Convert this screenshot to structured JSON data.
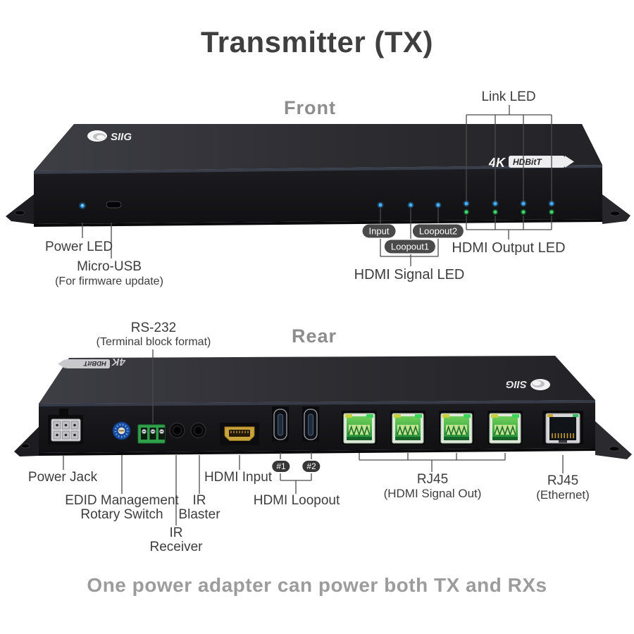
{
  "title": "Transmitter (TX)",
  "front": {
    "heading": "Front",
    "link_led": "Link LED",
    "power_led": "Power LED",
    "micro_usb": "Micro-USB",
    "micro_usb_note": "(For firmware update)",
    "hdmi_signal_led": "HDMI Signal LED",
    "hdmi_output_led": "HDMI Output LED",
    "badge_input": "Input",
    "badge_loopout1": "Loopout1",
    "badge_loopout2": "Loopout2",
    "led_counts": {
      "signal_leds": 3,
      "output_led_pairs": 4
    }
  },
  "rear": {
    "heading": "Rear",
    "rs232": "RS-232",
    "rs232_note": "(Terminal block format)",
    "power_jack": "Power Jack",
    "edid_line1": "EDID Management",
    "edid_line2": "Rotary Switch",
    "ir_receiver_line1": "IR",
    "ir_receiver_line2": "Receiver",
    "ir_blaster_line1": "IR",
    "ir_blaster_line2": "Blaster",
    "hdmi_input": "HDMI Input",
    "hdmi_loopout": "HDMI Loopout",
    "badge_1": "#1",
    "badge_2": "#2",
    "rj45_out": "RJ45",
    "rj45_out_note": "(HDMI Signal Out)",
    "rj45_eth": "RJ45",
    "rj45_eth_note": "(Ethernet)",
    "port_counts": {
      "rj45_signal_out": 4,
      "rj45_ethernet": 1,
      "hdmi_loopout": 2
    }
  },
  "branding": {
    "logo": "SIIG",
    "logo_4k": "4K",
    "logo_hdbitt": "HDBitT"
  },
  "footer": "One power adapter can power both TX and RXs",
  "colors": {
    "led_blue": "#35a7f5",
    "led_green": "#35d465",
    "text": "#3d3d3d",
    "heading_gray": "#8d8d8d",
    "caption_gray": "#9c9c9c",
    "callout_line": "#4a4a4a",
    "badge_bg": "#4a4a4a"
  }
}
